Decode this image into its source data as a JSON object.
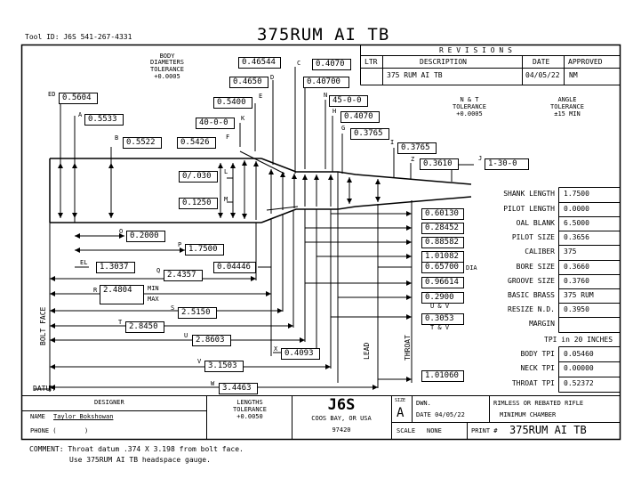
{
  "header": {
    "tool_id": "Tool ID: J6S 541-267-4331",
    "title": "375RUM AI TB"
  },
  "revisions": {
    "heading": "R E V I S I O N S",
    "col_ltr": "LTR",
    "col_description": "DESCRIPTION",
    "col_date": "DATE",
    "col_approved": "APPROVED",
    "row1_description": "375 RUM AI TB",
    "row1_date": "04/05/22",
    "row1_approved": "NM"
  },
  "tolerances": {
    "body_line1": "BODY",
    "body_line2": "DIAMETERS",
    "body_line3": "TOLERANCE",
    "body_value": "+0.0005",
    "nt_line1": "N & T",
    "nt_line2": "TOLERANCE",
    "nt_value": "+0.0005",
    "angle_line1": "ANGLE",
    "angle_line2": "TOLERANCE",
    "angle_value": "±15 MIN",
    "lengths_line1": "LENGTHS",
    "lengths_line2": "TOLERANCE",
    "lengths_value": "+0.0050"
  },
  "top_dims": {
    "C_label": "C",
    "C_value": "0.4070",
    "C_left_value": "0.46544",
    "D_label": "D",
    "D_value": "0.4650",
    "D_right_value": "0.40700",
    "N_label": "N",
    "N_value": "45-0-0",
    "E_label": "E",
    "E_value": "0.5400",
    "H_label": "H",
    "H_value": "0.4070",
    "K_label": "K",
    "K_value": "40-0-0",
    "G_label": "G",
    "G_value": "0.3765",
    "F_label": "F",
    "F_value": "0.5426",
    "I_label": "I",
    "I_value": "0.3765",
    "Z_label": "Z",
    "Z_value": "0.3610",
    "J_label": "J",
    "J_value": "1-30-0",
    "ED_label": "ED",
    "ED_value": "0.5604",
    "A_label": "A",
    "A_value": "0.5533",
    "B_label": "B",
    "B_value": "0.5522",
    "L_label": "L",
    "L_value": "0/.030",
    "M_label": "M",
    "M_value": "0.1250"
  },
  "length_dims": {
    "O_label": "O",
    "O_value": "0.2000",
    "P_label": "P",
    "P_value": "1.7500",
    "EL_label": "EL",
    "EL_value": "1.3037",
    "Q_label": "Q",
    "Q_value": "2.4357",
    "Q_right_value": "0.04446",
    "R_label": "R",
    "R_value": "2.4804",
    "R_min": "MIN",
    "R_max": "MAX",
    "S_label": "S",
    "S_value": "2.5150",
    "T_label": "T",
    "T_value": "2.8450",
    "U_label": "U",
    "U_value": "2.8603",
    "X_label": "X",
    "X_value": "0.4093",
    "V_label": "V",
    "V_value": "3.1503",
    "W_label": "W",
    "W_value": "3.4463"
  },
  "stack_values": {
    "v1": "0.60130",
    "v2": "0.28452",
    "v3": "0.88582",
    "v4": "1.01082",
    "v5": "0.65700",
    "v5_suffix": "DIA",
    "v6": "0.96614",
    "v7": "0.2900",
    "v7_sub": "U & V",
    "v8": "0.3053",
    "v8_sub": "T & V",
    "v9": "1.01060"
  },
  "vertical_labels": {
    "bolt_face": "BOLT FACE",
    "lead": "LEAD",
    "throat": "THROAT",
    "datum": "DATUM"
  },
  "specs": [
    {
      "label": "SHANK LENGTH",
      "value": "1.7500"
    },
    {
      "label": "PILOT LENGTH",
      "value": "0.0000"
    },
    {
      "label": "OAL BLANK",
      "value": "6.5000"
    },
    {
      "label": "PILOT SIZE",
      "value": "0.3656"
    },
    {
      "label": "CALIBER",
      "value": "375"
    },
    {
      "label": "BORE SIZE",
      "value": "0.3660"
    },
    {
      "label": "GROOVE SIZE",
      "value": "0.3760"
    },
    {
      "label": "BASIC BRASS",
      "value": "375 RUM"
    },
    {
      "label": "RESIZE N.D.",
      "value": "0.3950"
    },
    {
      "label": "MARGIN",
      "value": ""
    }
  ],
  "tpi": {
    "heading": "TPI in 20 INCHES",
    "rows": [
      {
        "label": "BODY TPI",
        "value": "0.05460"
      },
      {
        "label": "NECK TPI",
        "value": "0.00000"
      },
      {
        "label": "THROAT TPI",
        "value": "0.52372"
      }
    ]
  },
  "title_block": {
    "designer_heading": "DESIGNER",
    "name_label": "NAME",
    "name_value": "Taylor Bokshowan",
    "phone_label": "PHONE (",
    "phone_mid": ")",
    "logo": "J6S",
    "city": "COOS BAY, OR USA",
    "zip": "97420",
    "size_label": "SIZE",
    "size_value": "A",
    "dwn_label": "DWN.",
    "date_label": "DATE 04/05/22",
    "scale_label": "SCALE",
    "scale_value": "NONE",
    "chamber_line1": "RIMLESS OR REBATED RIFLE",
    "chamber_line2": "MINIMUM CHAMBER",
    "print_label": "PRINT #",
    "print_value": "375RUM AI TB"
  },
  "comment": {
    "line1": "COMMENT: Throat datum .374 X 3.198 from bolt face.",
    "line2": "Use 375RUM AI TB headspace gauge."
  }
}
